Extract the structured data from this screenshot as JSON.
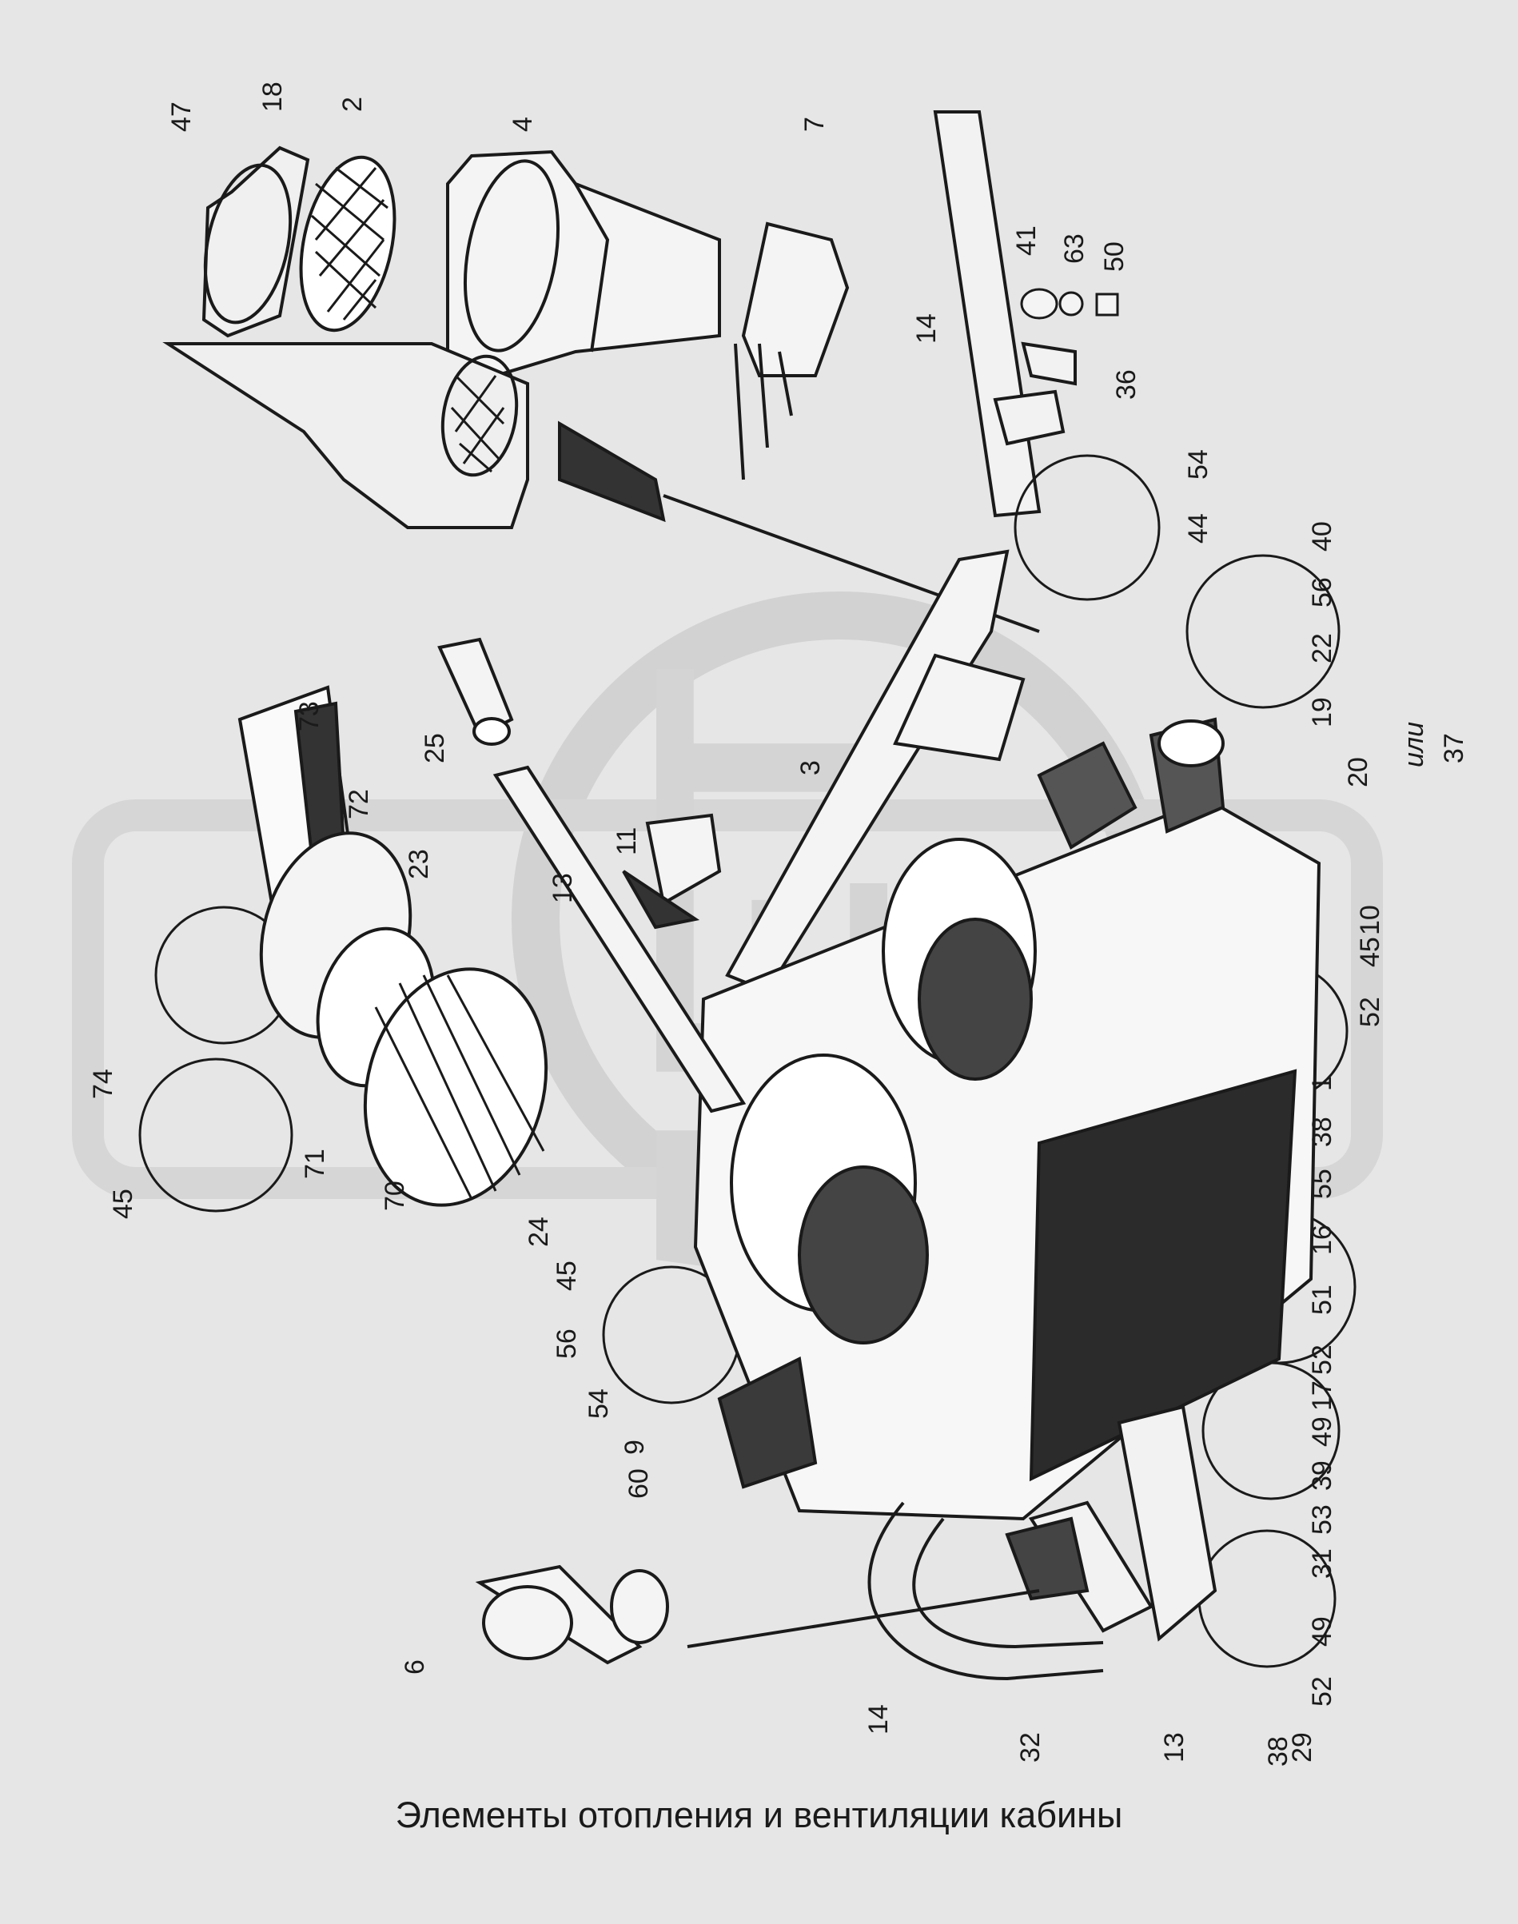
{
  "caption": "Элементы отопления и вентиляции кабины",
  "watermark": "ДЕТ",
  "colors": {
    "background": "#e6e6e6",
    "ink": "#1a1a1a",
    "watermark": "#cfcfcf"
  },
  "callouts": [
    "47",
    "18",
    "2",
    "4",
    "7",
    "14",
    "41",
    "63",
    "50",
    "36",
    "54",
    "44",
    "40",
    "56",
    "22",
    "19",
    "20",
    "или",
    "37",
    "73",
    "72",
    "23",
    "25",
    "11",
    "3",
    "13",
    "74",
    "45",
    "71",
    "70",
    "10",
    "52",
    "45",
    "1",
    "38",
    "55",
    "16",
    "51",
    "52",
    "17",
    "49",
    "24",
    "45",
    "56",
    "54",
    "9",
    "60",
    "39",
    "53",
    "31",
    "49",
    "52",
    "38",
    "6",
    "14",
    "32",
    "13",
    "29"
  ]
}
